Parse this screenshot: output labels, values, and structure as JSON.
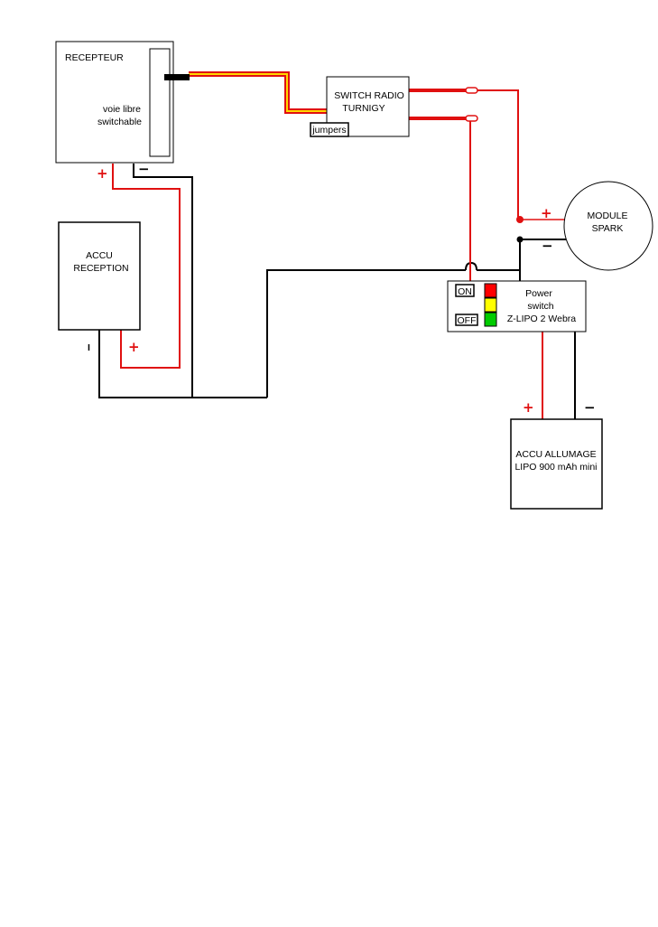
{
  "colors": {
    "wire_red": "#e01010",
    "wire_black": "#000000",
    "wire_yellow": "#ffd700",
    "led_red": "#ff0000",
    "led_yellow": "#ffff00",
    "led_green": "#00cc00",
    "box_stroke": "#000000",
    "box_fill": "#ffffff"
  },
  "recepteur": {
    "title": "RECEPTEUR",
    "channel_line1": "voie libre",
    "channel_line2": "switchable",
    "plus": "+",
    "minus": "−"
  },
  "accu_reception": {
    "line1": "ACCU",
    "line2": "RECEPTION",
    "plus": "+",
    "minus": "I"
  },
  "switch_radio": {
    "line1": "SWITCH RADIO",
    "line2": "TURNIGY",
    "jumpers": "jumpers"
  },
  "module_spark": {
    "line1": "MODULE",
    "line2": "SPARK",
    "plus": "+",
    "minus": "−"
  },
  "power_switch": {
    "on": "ON",
    "off": "OFF",
    "line1": "Power",
    "line2": "switch",
    "line3": "Z-LIPO 2  Webra"
  },
  "accu_allumage": {
    "line1": "ACCU ALLUMAGE",
    "line2": "LIPO 900 mAh mini",
    "plus": "+",
    "minus": "−"
  }
}
